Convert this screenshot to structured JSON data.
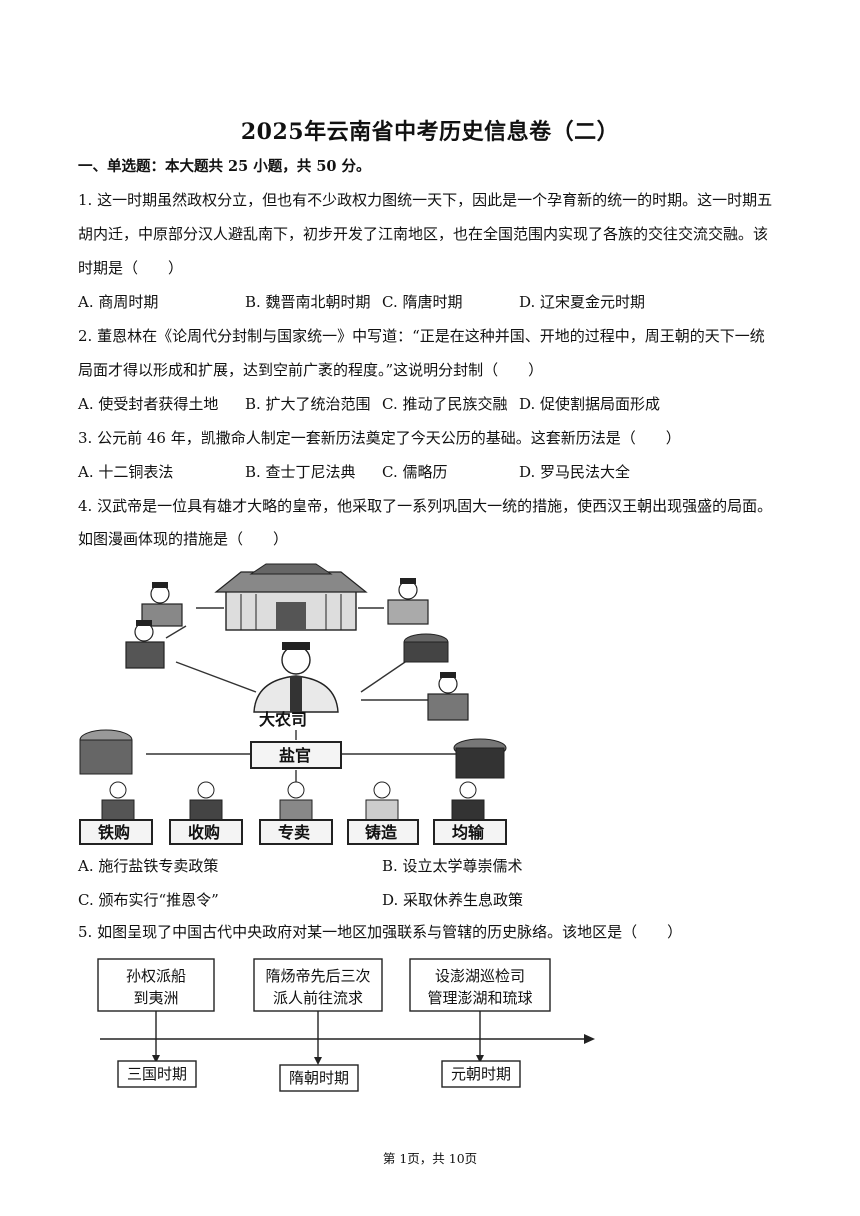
{
  "title": "2025年云南省中考历史信息卷（二）",
  "section": "一、单选题：本大题共 25 小题，共 50 分。",
  "questions": [
    {
      "lines": [
        "1. 这一时期虽然政权分立，但也有不少政权力图统一天下，因此是一个孕育新的统一的时期。这一时期五",
        "胡内迁，中原部分汉人避乱南下，初步开发了江南地区，也在全国范围内实现了各族的交往交流交融。该",
        "时期是（　　）"
      ],
      "options": [
        "A. 商周时期",
        "B. 魏晋南北朝时期",
        "C. 隋唐时期",
        "D. 辽宋夏金元时期"
      ]
    },
    {
      "lines": [
        "2. 董恩林在《论周代分封制与国家统一》中写道：“正是在这种并国、开地的过程中，周王朝的天下一统",
        "局面才得以形成和扩展，达到空前广袤的程度。”这说明分封制（　　）"
      ],
      "options": [
        "A. 使受封者获得土地",
        "B. 扩大了统治范围",
        "C. 推动了民族交融",
        "D. 促使割据局面形成"
      ]
    },
    {
      "lines": [
        "3. 公元前 46 年，凯撒命人制定一套新历法奠定了今天公历的基础。这套新历法是（　　）"
      ],
      "options": [
        "A. 十二铜表法",
        "B. 查士丁尼法典",
        "C. 儒略历",
        "D. 罗马民法大全"
      ]
    },
    {
      "lines": [
        "4. 汉武帝是一位具有雄才大略的皇帝，他采取了一系列巩固大一统的措施，使西汉王朝出现强盛的局面。",
        "如图漫画体现的措施是（　　）"
      ],
      "figure_labels": {
        "center": "大农司",
        "middle": "盐官",
        "bottom": [
          "铁购",
          "收购",
          "专卖",
          "铸造",
          "均输"
        ]
      },
      "options": [
        "A. 施行盐铁专卖政策",
        "B. 设立太学尊崇儒术",
        "C. 颁布实行“推恩令”",
        "D. 采取休养生息政策"
      ]
    },
    {
      "lines": [
        "5. 如图呈现了中国古代中央政府对某一地区加强联系与管辖的历史脉络。该地区是（　　）"
      ],
      "timeline": {
        "events": [
          {
            "top": [
              "孙权派船",
              "到夷洲"
            ],
            "period": "三国时期"
          },
          {
            "top": [
              "隋炀帝先后三次",
              "派人前往流求"
            ],
            "period": "隋朝时期"
          },
          {
            "top": [
              "设澎湖巡检司",
              "管理澎湖和琉球"
            ],
            "period": "元朝时期"
          }
        ]
      }
    }
  ],
  "footer": "第 1页，共 10页"
}
